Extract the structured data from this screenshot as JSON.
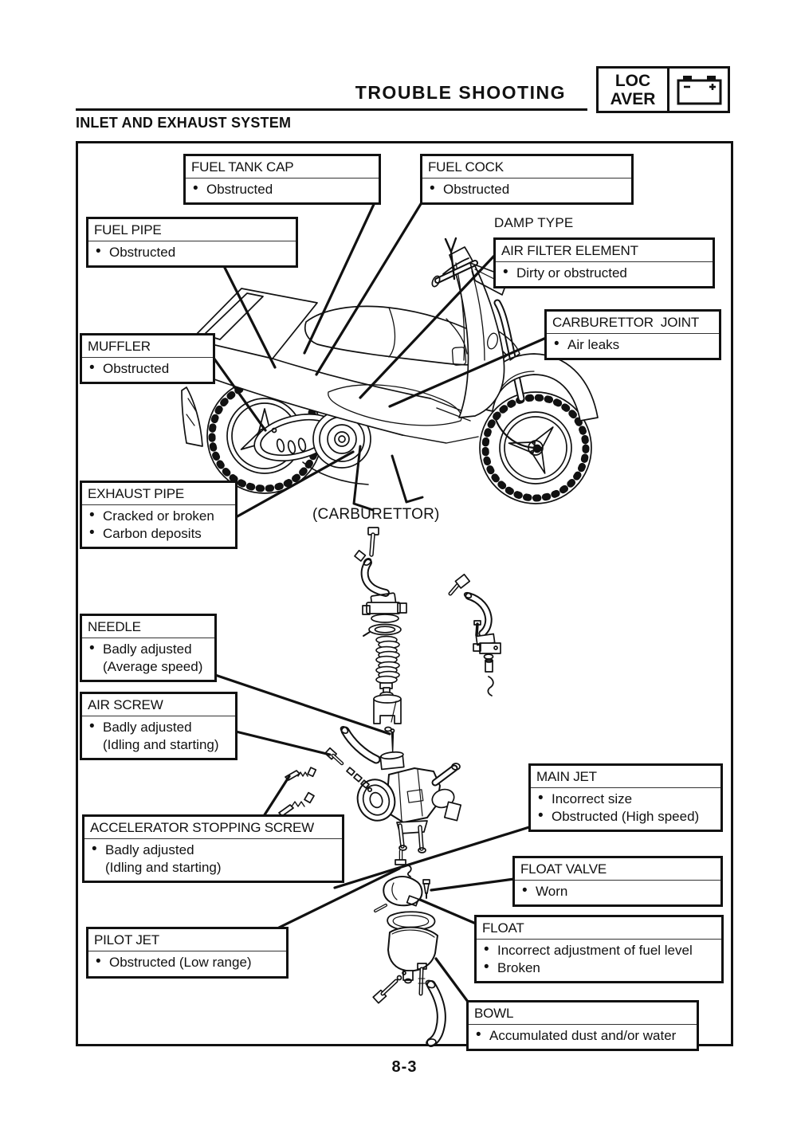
{
  "header": {
    "title": "TROUBLE SHOOTING",
    "corner": {
      "line1": "LOC",
      "line2": "AVER"
    },
    "section": "INLET AND EXHAUST SYSTEM"
  },
  "diagram_labels": {
    "damp_type": "DAMP TYPE",
    "carburettor": "(CARBURETTOR)"
  },
  "callouts": [
    {
      "id": "fuel-tank-cap",
      "title": "FUEL TANK CAP",
      "lines": [
        "Obstructed"
      ]
    },
    {
      "id": "fuel-cock",
      "title": "FUEL COCK",
      "lines": [
        "Obstructed"
      ]
    },
    {
      "id": "fuel-pipe",
      "title": "FUEL PIPE",
      "lines": [
        "Obstructed"
      ]
    },
    {
      "id": "air-filter-element",
      "title": "AIR FILTER ELEMENT",
      "lines": [
        "Dirty or obstructed"
      ]
    },
    {
      "id": "carburettor-joint",
      "title": "CARBURETTOR  JOINT",
      "lines": [
        "Air leaks"
      ]
    },
    {
      "id": "muffler",
      "title": "MUFFLER",
      "lines": [
        "Obstructed"
      ]
    },
    {
      "id": "exhaust-pipe",
      "title": "EXHAUST PIPE",
      "lines": [
        "Cracked or broken",
        "Carbon deposits"
      ]
    },
    {
      "id": "needle",
      "title": "NEEDLE",
      "lines": [
        "Badly adjusted",
        "(Average speed)"
      ]
    },
    {
      "id": "air-screw",
      "title": "AIR SCREW",
      "lines": [
        "Badly adjusted",
        "(Idling and starting)"
      ]
    },
    {
      "id": "accelerator-stopping-screw",
      "title": "ACCELERATOR STOPPING SCREW",
      "lines": [
        "Badly adjusted",
        "(Idling and starting)"
      ]
    },
    {
      "id": "main-jet",
      "title": "MAIN JET",
      "lines": [
        "Incorrect size",
        "Obstructed (High speed)"
      ]
    },
    {
      "id": "float-valve",
      "title": "FLOAT VALVE",
      "lines": [
        "Worn"
      ]
    },
    {
      "id": "float",
      "title": "FLOAT",
      "lines": [
        "Incorrect adjustment of fuel level",
        "Broken"
      ]
    },
    {
      "id": "pilot-jet",
      "title": "PILOT JET",
      "lines": [
        "Obstructed (Low range)"
      ]
    },
    {
      "id": "bowl",
      "title": "BOWL",
      "lines": [
        "Accumulated dust and/or water"
      ]
    }
  ],
  "footer": {
    "page_number": "8-3"
  }
}
